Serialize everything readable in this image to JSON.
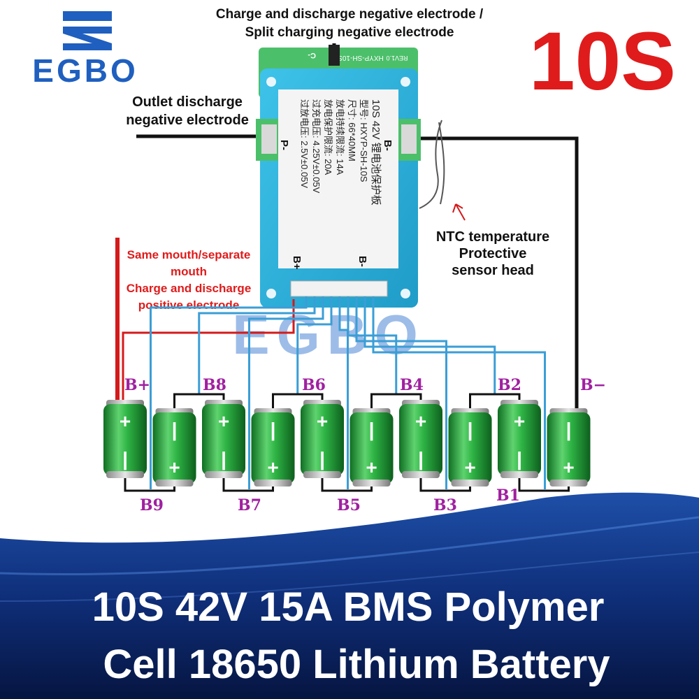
{
  "brand": {
    "name": "EGBO",
    "watermark": "EGBO",
    "colors": {
      "primary": "#1f5fbf",
      "watermark": "#5b8fd8"
    }
  },
  "badge": {
    "text": "10S",
    "color": "#e01b1b"
  },
  "annotations": {
    "top_line1": "Charge and discharge negative electrode /",
    "top_line2": "Split charging negative electrode",
    "outlet_line1": "Outlet discharge",
    "outlet_line2": "negative electrode",
    "ntc_line1": "NTC temperature",
    "ntc_line2": "Protective",
    "ntc_line3": "sensor head",
    "positive_line1": "Same mouth/separate",
    "positive_line2": "mouth",
    "positive_line3": "Charge and discharge",
    "positive_line4": "positive electrode",
    "positive_color": "#e01b1b"
  },
  "board": {
    "pcb_mark_left": "C-",
    "pcb_model": "HXYP-SH-10S",
    "pcb_rev": "REV1.0",
    "pad_b_minus": "B-",
    "pad_p_minus": "P-",
    "pad_b_plus": "B+",
    "pad_b_minus_lower": "B-",
    "label_lines": [
      "10S 42V  锂电池保护板",
      "型号: HXYP-SH-10S",
      "尺寸: 66*40MM",
      "放电持续限流: 14A",
      "放电保护限流: 20A",
      "过充电压: 4.25V±0.05V",
      "过放电压: 2.5V±0.05V"
    ],
    "colors": {
      "pcb": "#2fb3de",
      "pcb_green": "#4cbf6a",
      "label": "#f4f4f4"
    }
  },
  "cells": {
    "count": 10,
    "polarity_top": [
      "+",
      "-",
      "+",
      "-",
      "+",
      "-",
      "+",
      "-",
      "+",
      "-"
    ],
    "colors": {
      "body": "#1fa33a",
      "highlight": "#7ee58d",
      "cap": "#c9c9c9",
      "sign": "#ffffff"
    }
  },
  "tap_labels": {
    "top": [
      "B+",
      "B8",
      "B6",
      "B4",
      "B2",
      "B−"
    ],
    "bottom": [
      "B9",
      "B7",
      "B5",
      "B3",
      "B1"
    ],
    "color": "#a020a0"
  },
  "wires": {
    "balance": "#3a9ed6",
    "negative": "#111111",
    "positive": "#d41a1a",
    "ntc": "#555555"
  },
  "title": {
    "line1": "10S 42V 15A BMS Polymer",
    "line2": "Cell 18650 Lithium Battery",
    "bg_dark": "#0a1f5c",
    "bg_mid": "#1e4fa8"
  }
}
